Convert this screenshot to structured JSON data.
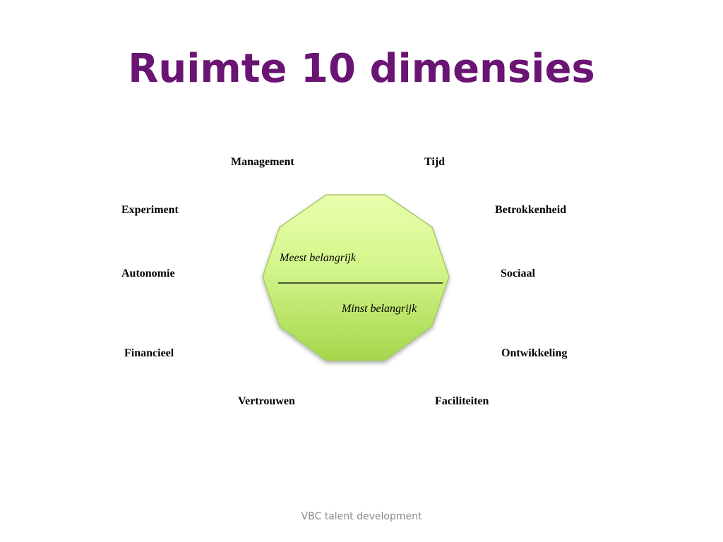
{
  "title": "Ruimte 10 dimensies",
  "dimensions": {
    "management": "Management",
    "tijd": "Tijd",
    "experiment": "Experiment",
    "betrokkenheid": "Betrokkenheid",
    "autonomie": "Autonomie",
    "sociaal": "Sociaal",
    "financieel": "Financieel",
    "ontwikkeling": "Ontwikkeling",
    "vertrouwen": "Vertrouwen",
    "faciliteiten": "Faciliteiten"
  },
  "center": {
    "top_label": "Meest belangrijk",
    "bottom_label": "Minst belangrijk"
  },
  "footer": "VBC talent development",
  "colors": {
    "title": "#6a1473",
    "shape_light": "#e6ffa6",
    "shape_dark": "#a9d84d",
    "shape_edge": "#9fc05a"
  }
}
